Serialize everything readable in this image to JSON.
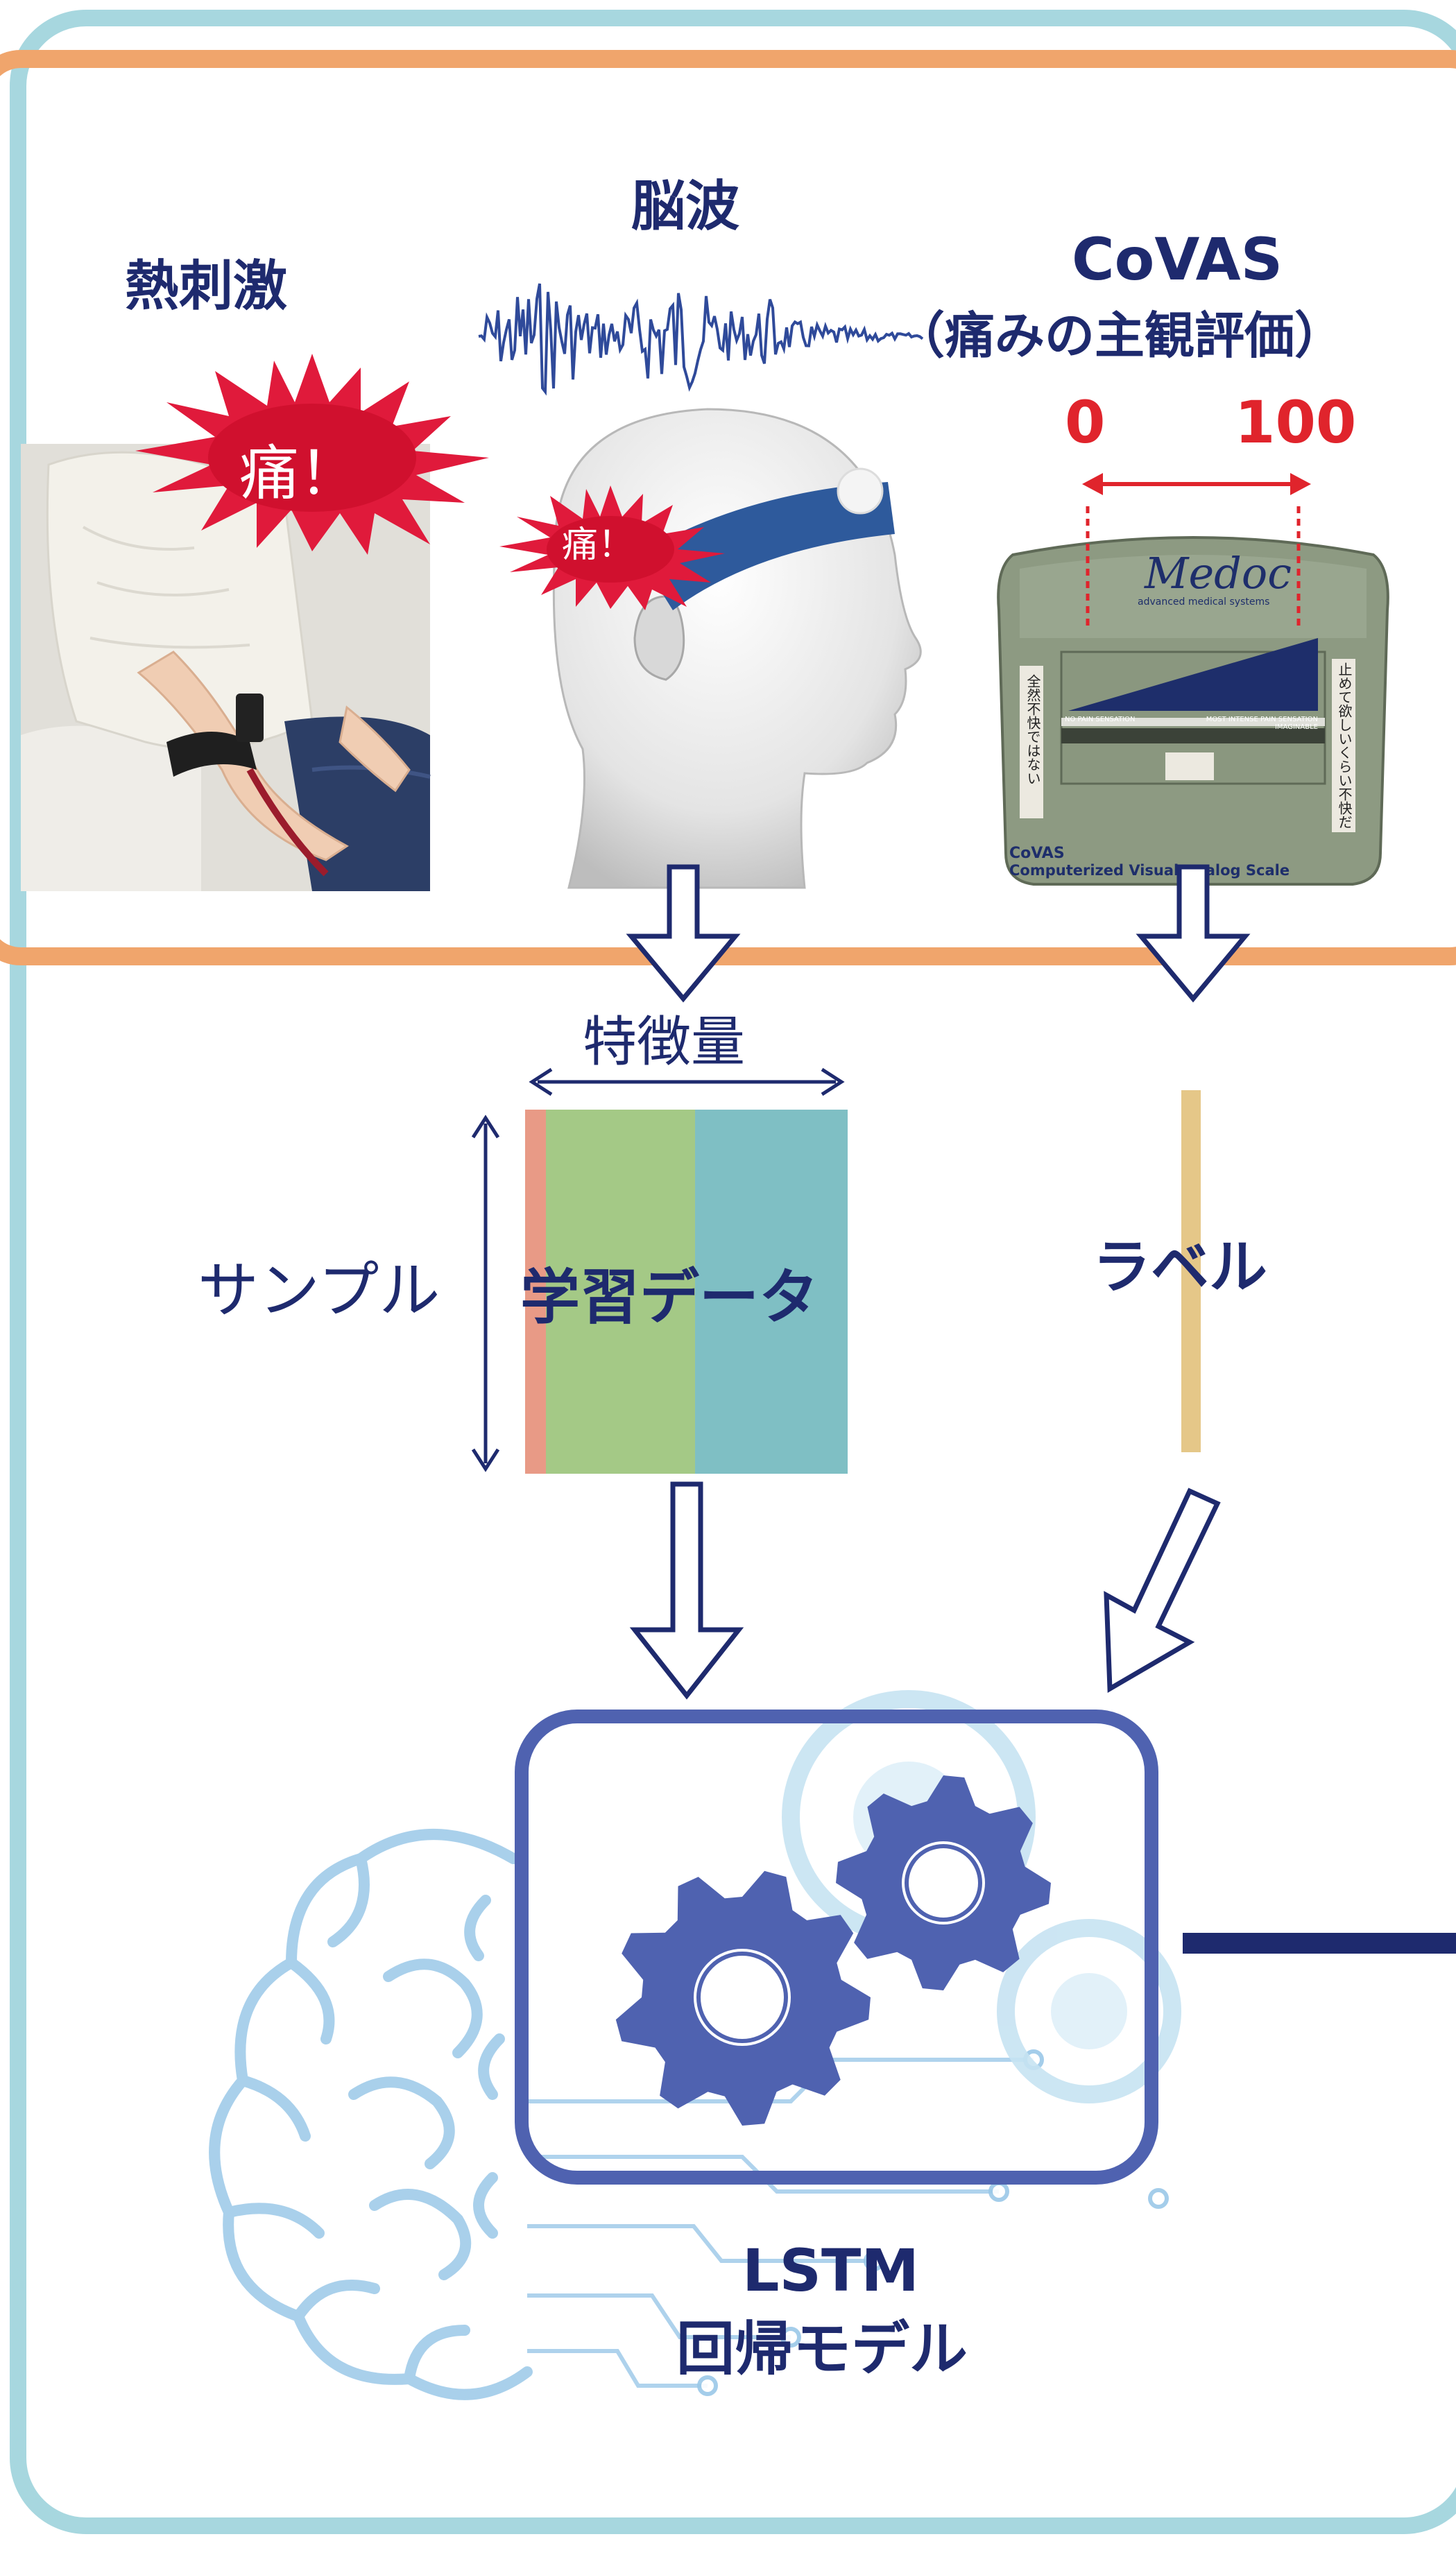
{
  "labels": {
    "thermal_stimulus": "熱刺激",
    "eeg": "脳波",
    "covas_title": "CoVAS",
    "covas_subtitle": "（痛みの主観評価）",
    "scale_min": "0",
    "scale_max": "100",
    "pain_burst": "痛！",
    "pain_burst_small": "痛！",
    "features": "特徴量",
    "samples": "サンプル",
    "training_data": "学習データ",
    "label": "ラベル",
    "model_line1": "LSTM",
    "model_line2": "回帰モデル"
  },
  "device": {
    "brand": "Medoc",
    "tagline": "advanced medical systems",
    "left_sticker": "全然不快ではない",
    "right_sticker": "止めて欲しいくらい不快だ",
    "no_pain": "NO PAIN SENSATION",
    "most_intense": "MOST INTENSE PAIN SENSATION IMAGINABLE",
    "footer_line1": "CoVAS",
    "footer_line2": "Computerized Visual Analog Scale"
  },
  "colors": {
    "navy": "#1e2a6e",
    "arrow_blue": "#2a3a8c",
    "model_blue": "#4f62b0",
    "burst_red": "#e01a3b",
    "orange_frame": "#f0a56c",
    "outer_frame": "#a7d7df",
    "data_green": "#a4c986",
    "data_teal": "#7fbfc4",
    "data_salmon": "#e89a86",
    "label_tan": "#e5c788",
    "scale_red": "#e0242c"
  }
}
